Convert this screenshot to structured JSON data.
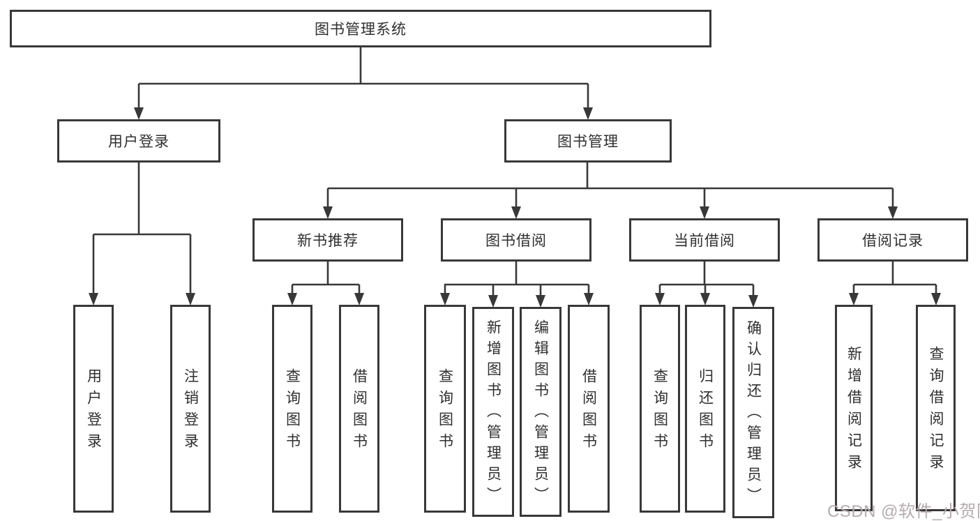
{
  "root": {
    "label": "图书管理系统"
  },
  "user_login": {
    "label": "用户登录",
    "children": [
      {
        "label": "用户登录"
      },
      {
        "label": "注销登录"
      }
    ]
  },
  "book_management": {
    "label": "图书管理",
    "sections": [
      {
        "label": "新书推荐",
        "children": [
          {
            "label": "查询图书"
          },
          {
            "label": "借阅图书"
          }
        ]
      },
      {
        "label": "图书借阅",
        "children": [
          {
            "label": "查询图书"
          },
          {
            "label": "新增图书（管理员）"
          },
          {
            "label": "编辑图书（管理员）"
          },
          {
            "label": "借阅图书"
          }
        ]
      },
      {
        "label": "当前借阅",
        "children": [
          {
            "label": "查询图书"
          },
          {
            "label": "归还图书"
          },
          {
            "label": "确认归还（管理员）"
          }
        ]
      },
      {
        "label": "借阅记录",
        "children": [
          {
            "label": "新增借阅记录"
          },
          {
            "label": "查询借阅记录"
          }
        ]
      }
    ]
  },
  "watermark": {
    "text": "CSDN @软件_小贺同学",
    "color": "#b5abad"
  },
  "colors": {
    "line": "#383838",
    "box_border": "#383838",
    "box_background": "#ffffff",
    "text": "#2f2f2f",
    "page_background": "#ffffff"
  }
}
